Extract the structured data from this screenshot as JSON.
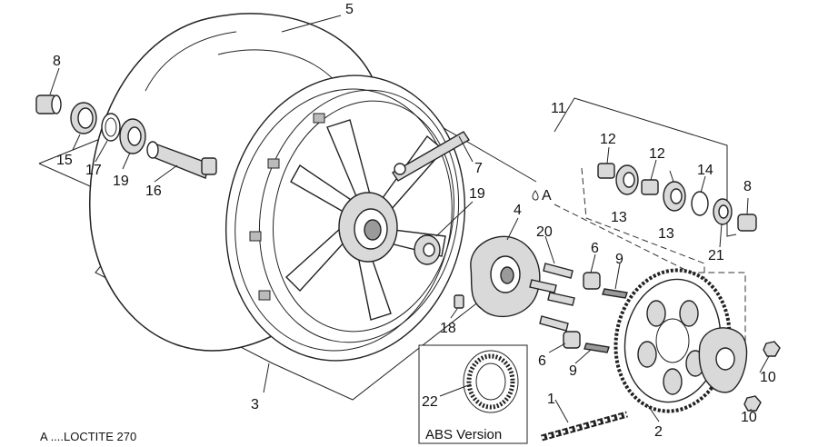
{
  "callouts": {
    "c1": "1",
    "c2": "2",
    "c3": "3",
    "c4": "4",
    "c5": "5",
    "c6a": "6",
    "c6b": "6",
    "c7": "7",
    "c8a": "8",
    "c8b": "8",
    "c9a": "9",
    "c9b": "9",
    "c10a": "10",
    "c10b": "10",
    "c11": "11",
    "c12a": "12",
    "c12b": "12",
    "c13a": "13",
    "c13b": "13",
    "c14": "14",
    "c15": "15",
    "c16": "16",
    "c17": "17",
    "c18": "18",
    "c19a": "19",
    "c19b": "19",
    "c20": "20",
    "c21": "21",
    "c22": "22",
    "loctite_symbol": "A"
  },
  "abs_box_label": "ABS Version",
  "legend": "A ....LOCTITE 270",
  "colors": {
    "line": "#222222",
    "shade_light": "#d9d9d9",
    "shade_dark": "#9a9a9a",
    "background": "#ffffff"
  }
}
